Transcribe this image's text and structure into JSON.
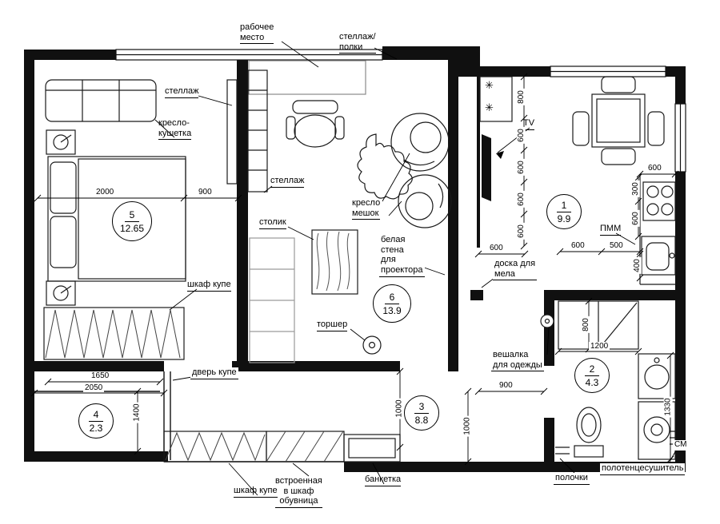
{
  "plan": {
    "rooms": {
      "r1": {
        "num": "1",
        "area": "9.9"
      },
      "r2": {
        "num": "2",
        "area": "4.3"
      },
      "r3": {
        "num": "3",
        "area": "8.8"
      },
      "r4": {
        "num": "4",
        "area": "2.3"
      },
      "r5": {
        "num": "5",
        "area": "12.65"
      },
      "r6": {
        "num": "6",
        "area": "13.9"
      }
    },
    "labels": {
      "workplace": "рабочее\nместо",
      "shelving_top": "стеллаж/\nполки",
      "shelving_room5": "стеллаж",
      "couch": "кресло-\nкушетка",
      "shelving_mid": "стеллаж",
      "small_table": "столик",
      "beanbag": "кресло\nмешок",
      "projector_wall": "белая\nстена\nдля\nпроектора",
      "floor_lamp": "торшер",
      "wardrobe_room5": "шкаф купе",
      "sliding_door": "дверь купе",
      "wardrobe_hall": "шкаф купе",
      "shoe_cabinet": "встроенная\nв шкаф\nобувница",
      "bench": "банкетка",
      "chalkboard": "доска для\nмела",
      "hanger": "вешалка\nдля одежды",
      "shelves": "полочки",
      "towel_dryer": "полотенцесушитель",
      "dishwasher": "ПММ",
      "tv": "TV",
      "washer": "СМ"
    },
    "dims": {
      "bed_len": "2000",
      "bed_side": "900",
      "closet_1650": "1650",
      "closet_2050": "2050",
      "closet_1400": "1400",
      "bench_1000": "1000",
      "hall_1000": "1000",
      "hall_900": "900",
      "kit_800": "800",
      "kit_600_1": "600",
      "kit_600_2": "600",
      "kit_600_3": "600",
      "kit_600_4": "600",
      "kit_entry_600": "600",
      "table_600": "600",
      "counter_300": "300",
      "counter_600": "600",
      "sink_500": "500",
      "worktop_600": "600",
      "sink_400": "400",
      "bath_800": "800",
      "bath_1200": "1200",
      "bath_1330": "1330"
    },
    "icons": {
      "vent": "✳"
    }
  }
}
